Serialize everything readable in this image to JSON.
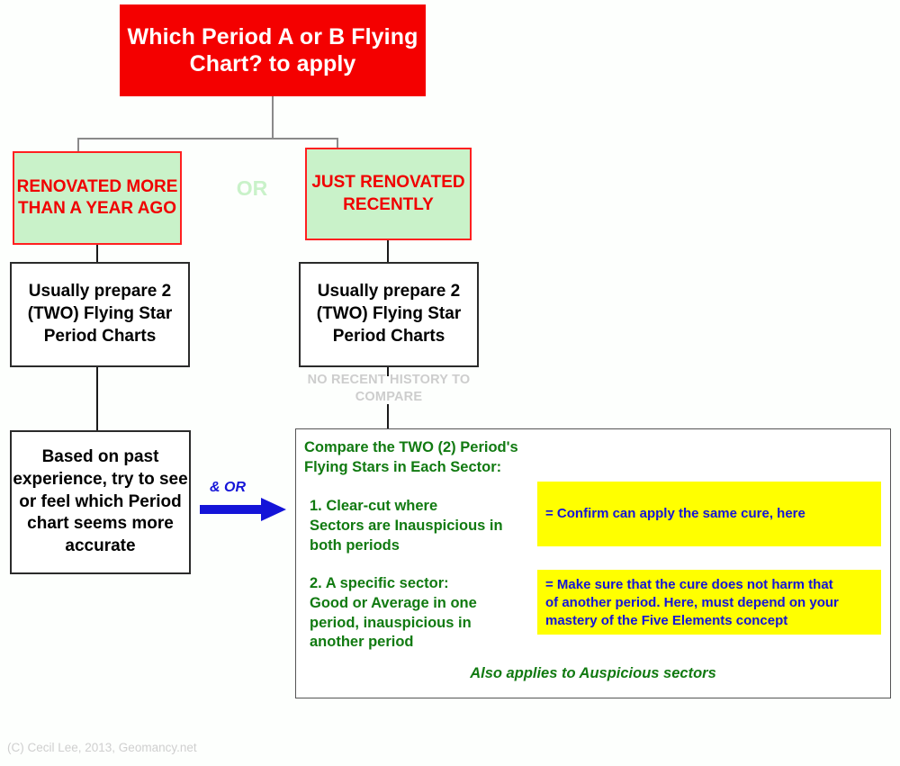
{
  "root": {
    "title": "Which Period A or B\nFlying Chart? to apply"
  },
  "branches": {
    "or_separator": "OR",
    "left": {
      "condition": "RENOVATED\nMORE THAN\nA YEAR AGO",
      "action": "Usually prepare\n2  (TWO)\nFlying Star Period\nCharts",
      "outcome": "Based on past\nexperience, try\nto see or feel\nwhich Period\nchart seems\nmore accurate"
    },
    "right": {
      "condition": "JUST\nRENOVATED\nRECENTLY",
      "action": "Usually prepare\n2  (TWO)\nFlying Star Period\nCharts",
      "note": "NO RECENT HISTORY\nTO COMPARE"
    }
  },
  "connector": {
    "and_or_label": "& OR",
    "arrow_color": "#1414d8"
  },
  "compare_panel": {
    "heading": "Compare the TWO (2) Period's\n  Flying Stars in Each Sector:",
    "items": [
      {
        "text": "1. Clear-cut where\n    Sectors are Inauspicious in\n    both periods",
        "result": "= Confirm can apply the same cure, here"
      },
      {
        "text": "2. A specific sector:\n    Good or Average in one\n     period, inauspicious in\n    another period",
        "result": "= Make sure that the cure does not harm that\nof another period. Here, must depend on your\nmastery of the Five Elements concept"
      }
    ],
    "footnote": "Also applies to Auspicious sectors"
  },
  "footer": {
    "copyright": "(C) Cecil Lee, 2013, Geomancy.net"
  },
  "colors": {
    "root_red": "#f40000",
    "condition_green_bg": "#c9f2c9",
    "condition_red_text": "#f00000",
    "panel_green_text": "#117a11",
    "highlight_yellow": "#ffff00",
    "highlight_blue_text": "#1414d8",
    "muted_gray": "#cdcdcd"
  }
}
